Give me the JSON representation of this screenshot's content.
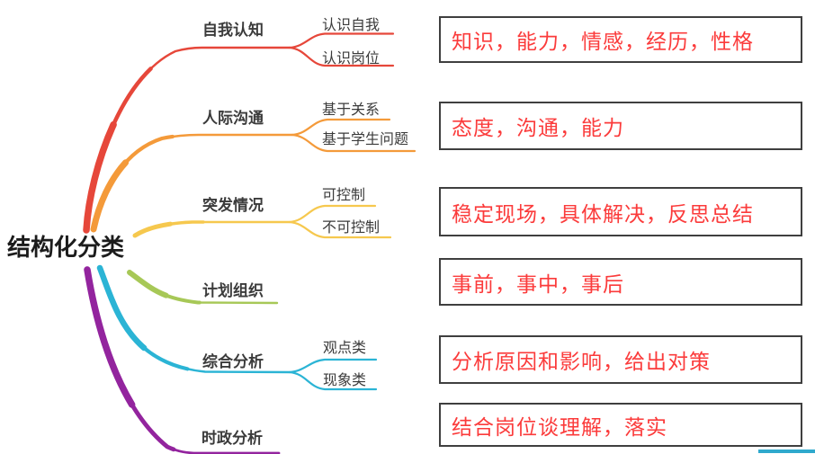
{
  "central_topic": {
    "label": "结构化分类"
  },
  "branches": [
    {
      "label": "自我认知",
      "color": "#e6473a",
      "children": [
        {
          "label": "认识自我"
        },
        {
          "label": "认识岗位"
        }
      ]
    },
    {
      "label": "人际沟通",
      "color": "#f49a3a",
      "children": [
        {
          "label": "基于关系"
        },
        {
          "label": "基于学生问题"
        }
      ]
    },
    {
      "label": "突发情况",
      "color": "#f6c84e",
      "children": [
        {
          "label": "可控制"
        },
        {
          "label": "不可控制"
        }
      ]
    },
    {
      "label": "计划组织",
      "color": "#a7c857",
      "children": []
    },
    {
      "label": "综合分析",
      "color": "#2bb4d5",
      "children": [
        {
          "label": "观点类"
        },
        {
          "label": "现象类"
        }
      ]
    },
    {
      "label": "时政分析",
      "color": "#93249e",
      "children": []
    }
  ],
  "annotations": [
    {
      "text": "知识，能力，情感，经历，性格"
    },
    {
      "text": "态度，沟通，能力"
    },
    {
      "text": "稳定现场，具体解决，反思总结"
    },
    {
      "text": "事前，事中，事后"
    },
    {
      "text": "分析原因和影响，给出对策"
    },
    {
      "text": "结合岗位谈理解，落实"
    }
  ],
  "colors": {
    "annotation_text": "#fb3b3b",
    "annotation_border": "#3f3f3f",
    "label_text": "#3b3b3b",
    "central_text": "#1c1c1c",
    "bottom_fragment": "#2fa9cd"
  }
}
